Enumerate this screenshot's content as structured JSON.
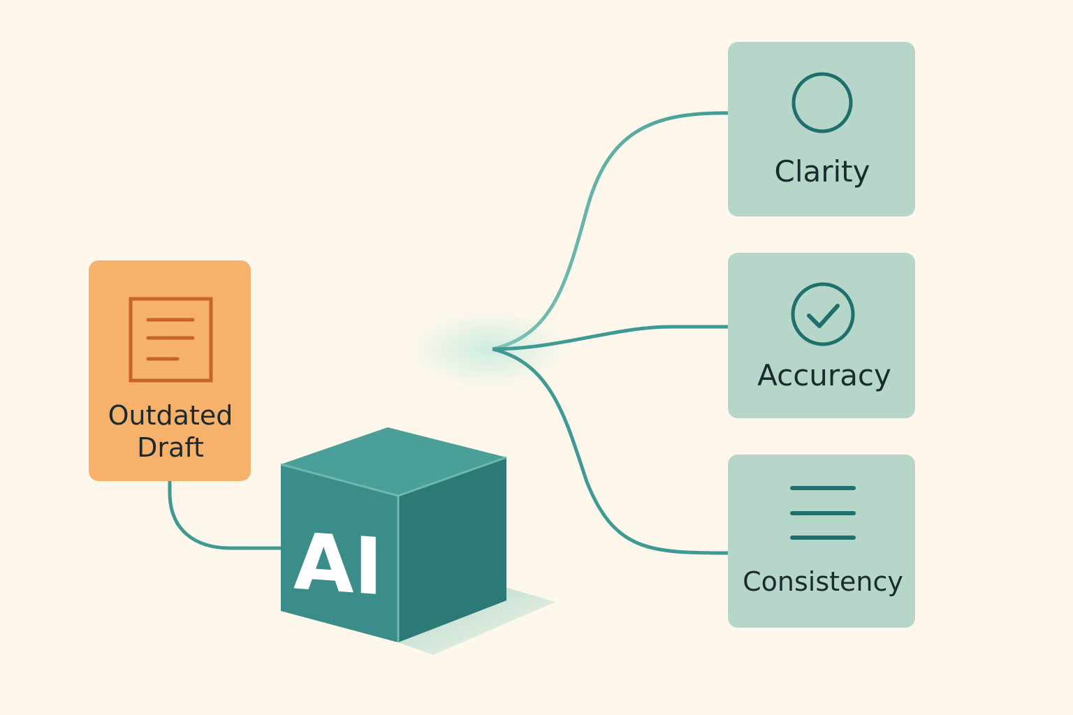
{
  "colors": {
    "background": "#fdf7ec",
    "draft_fill": "#f6b26b",
    "draft_accent": "#c7642a",
    "teal_box_fill": "#b5d6c8",
    "teal_line": "#3f9a94",
    "teal_dark": "#1f6f6c",
    "cube_top": "#4a9f99",
    "cube_front": "#3a8d88",
    "cube_side": "#2b7a76",
    "text_dark": "#1a2a2e"
  },
  "input": {
    "label_line1": "Outdated",
    "label_line2": "Draft",
    "icon": "document-icon"
  },
  "processor": {
    "label": "AI",
    "icon": "cube-icon"
  },
  "outputs": [
    {
      "label": "Clarity",
      "icon": "circle-icon"
    },
    {
      "label": "Accuracy",
      "icon": "check-circle-icon"
    },
    {
      "label": "Consistency",
      "icon": "lines-icon"
    }
  ]
}
